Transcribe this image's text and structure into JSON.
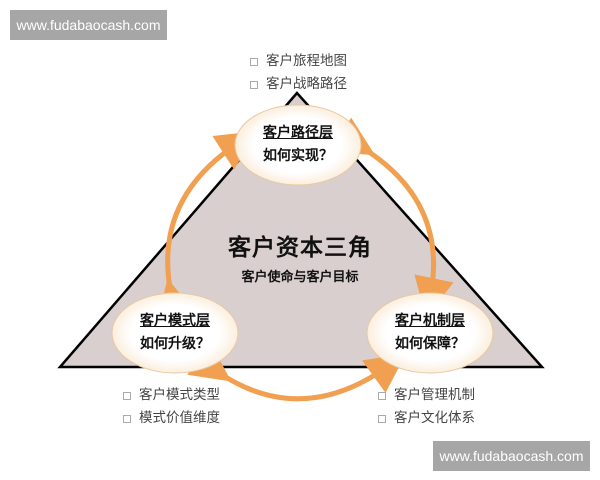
{
  "watermarks": {
    "top": "www.fudabaocash.com",
    "bottom": "www.fudabaocash.com"
  },
  "center": {
    "title": "客户资本三角",
    "subtitle": "客户使命与客户目标"
  },
  "nodes": {
    "top": {
      "title": "客户路径层",
      "question": "如何实现？"
    },
    "left": {
      "title": "客户模式层",
      "question": "如何升级？"
    },
    "right": {
      "title": "客户机制层",
      "question": "如何保障？"
    }
  },
  "bullets": {
    "top": [
      "客户旅程地图",
      "客户战略路径"
    ],
    "left": [
      "客户模式类型",
      "模式价值维度"
    ],
    "right": [
      "客户管理机制",
      "客户文化体系"
    ]
  },
  "colors": {
    "triangle_fill": "#d9cfcf",
    "triangle_stroke": "#000000",
    "arrow": "#f0a050",
    "node_fill": "#ffffff",
    "node_stroke": "#e8c8a0",
    "watermark_bg": "#a6a6a6"
  }
}
